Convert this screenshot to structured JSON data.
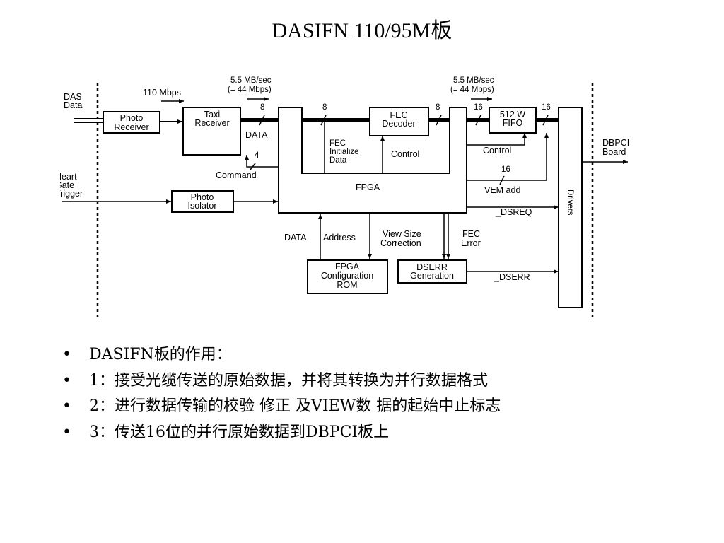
{
  "title": "DASIFN 110/95M板",
  "diagram": {
    "das_data": [
      "DAS",
      "Data"
    ],
    "heart_gate": [
      "Heart",
      "Gate",
      "Trigger"
    ],
    "rate_110": "110 Mbps",
    "rate_left": [
      "5.5 MB/sec",
      "(= 44 Mbps)"
    ],
    "rate_right": [
      "5.5 MB/sec",
      "(= 44 Mbps)"
    ],
    "photo_receiver": [
      "Photo",
      "Receiver"
    ],
    "taxi_receiver": [
      "Taxi",
      "Receiver"
    ],
    "photo_isolator": [
      "Photo",
      "Isolator"
    ],
    "fpga": "FPGA",
    "fec_decoder": [
      "FEC",
      "Decoder"
    ],
    "fifo": [
      "512 W",
      "FIFO"
    ],
    "drivers": "Drivers",
    "config_rom": [
      "FPGA",
      "Configuration",
      "ROM"
    ],
    "dserr_gen": [
      "DSERR",
      "Generation"
    ],
    "bus_8a": "8",
    "bus_8b": "8",
    "bus_8c": "8",
    "bus_16a": "16",
    "bus_16b": "16",
    "bus_4": "4",
    "bus_16c": "16",
    "data_lbl": "DATA",
    "command_lbl": "Command",
    "fec_init": [
      "FEC",
      "Initialize",
      "Data"
    ],
    "control1": "Control",
    "control2": "Control",
    "vem_add": "VEM add",
    "dsreq": "_DSREQ",
    "dserr": "_DSERR",
    "data_bottom": "DATA",
    "address": "Address",
    "view_size": [
      "View Size",
      "Correction"
    ],
    "fec_error": [
      "FEC",
      "Error"
    ],
    "dbpci": [
      "DBPCI",
      "Board"
    ]
  },
  "bullet_symbol": "•",
  "bullets": [
    "DASIFN板的作用：",
    "1：接受光缆传送的原始数据，并将其转换为并行数据格式",
    "2：进行数据传输的校验 修正 及VIEW数  据的起始中止标志",
    "3：传送16位的并行原始数据到DBPCI板上"
  ]
}
